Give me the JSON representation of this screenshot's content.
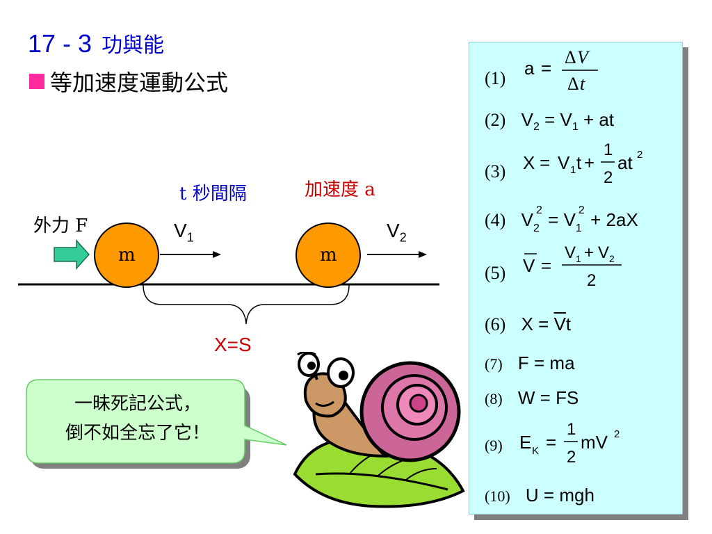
{
  "header": {
    "section_number": "17 - 3",
    "section_title": "功與能",
    "subtitle": "等加速度運動公式"
  },
  "diagram": {
    "time_interval_label": "t 秒間隔",
    "acceleration_label": "加速度 a",
    "force_label": "外力 F",
    "mass_label_1": "m",
    "mass_label_2": "m",
    "v1_label": "V",
    "v1_sub": "1",
    "v2_label": "V",
    "v2_sub": "2",
    "distance_label": "X=S"
  },
  "bubble": {
    "line1": "一昧死記公式，",
    "line2": "倒不如全忘了它！"
  },
  "formulas": [
    {
      "n": "(1)"
    },
    {
      "n": "(2)"
    },
    {
      "n": "(3)"
    },
    {
      "n": "(4)"
    },
    {
      "n": "(5)"
    },
    {
      "n": "(6)"
    },
    {
      "n": "(7)",
      "text": "F = ma"
    },
    {
      "n": "(8)",
      "text": "W = FS"
    },
    {
      "n": "(9)"
    },
    {
      "n": "(10)",
      "text": "U = mgh"
    }
  ],
  "colors": {
    "title_blue": "#0000cc",
    "accel_red": "#cc0000",
    "ball_orange": "#ff9900",
    "panel_cyan": "#ccffff",
    "bubble_green": "#ccffcc",
    "arrow_green": "#33cc99",
    "bullet_pink": "#ff2aa0"
  }
}
